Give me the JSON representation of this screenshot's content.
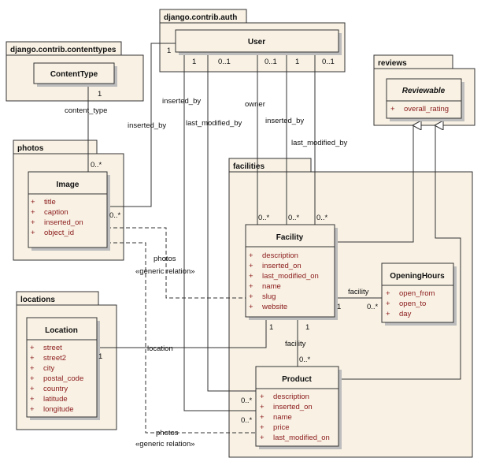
{
  "packages": {
    "auth": "django.contrib.auth",
    "contenttypes": "django.contrib.contenttypes",
    "photos": "photos",
    "locations": "locations",
    "reviews": "reviews",
    "facilities": "facilities"
  },
  "classes": {
    "user": {
      "name": "User",
      "attributes": []
    },
    "contenttype": {
      "name": "ContentType",
      "attributes": []
    },
    "image": {
      "name": "Image",
      "attributes": [
        "title",
        "caption",
        "inserted_on",
        "object_id"
      ]
    },
    "location": {
      "name": "Location",
      "attributes": [
        "street",
        "street2",
        "city",
        "postal_code",
        "country",
        "latitude",
        "longitude"
      ]
    },
    "reviewable": {
      "name": "Reviewable",
      "attributes": [
        "overall_rating"
      ]
    },
    "facility": {
      "name": "Facility",
      "attributes": [
        "description",
        "inserted_on",
        "last_modified_on",
        "name",
        "slug",
        "website"
      ]
    },
    "openinghours": {
      "name": "OpeningHours",
      "attributes": [
        "open_from",
        "open_to",
        "day"
      ]
    },
    "product": {
      "name": "Product",
      "attributes": [
        "description",
        "inserted_on",
        "name",
        "price",
        "last_modified_on"
      ]
    }
  },
  "attr_marker": "+",
  "labels": {
    "inserted_by": "inserted_by",
    "last_modified_by": "last_modified_by",
    "owner": "owner",
    "content_type": "content_type",
    "photos": "photos",
    "generic_relation": "«generic relation»",
    "location": "location",
    "facility": "facility"
  },
  "multiplicities": {
    "one": "1",
    "zero_one": "0..1",
    "zero_many": "0..*"
  }
}
